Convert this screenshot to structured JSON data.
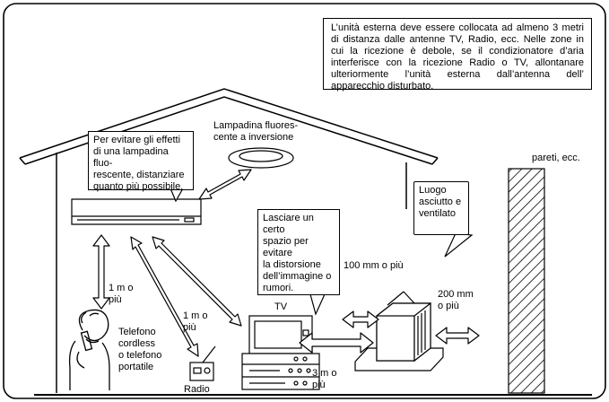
{
  "notice": "L’unità esterna deve essere collocata ad almeno 3 metri di distanza dalle antenne TV, Radio, ecc. Nelle zone in cui la ricezione è debole, se il condizionatore d’aria interferisce con la ricezione Radio o TV, allontanare ulteriormente l’unità esterna dall’antenna dell’ apparecchio disturbato.",
  "callouts": {
    "fluorescent_advice": "Per evitare gli effetti\ndi una lampadina fluo-\nrescente, distanziare\nquanto più possibile.",
    "lamp": "Lampadina fluores-\ncente a inversione",
    "space_advice": "Lasciare un certo\nspazio per evitare\nla distorsione\ndell’immagine o\nrumori.",
    "dry_place": "Luogo\nasciutto e\nventilato",
    "walls": "pareti, ecc."
  },
  "distances": {
    "one_m_left": "1 m o\npiù",
    "one_m_center": "1 m o\npiù",
    "three_m": "3 m o\npiù",
    "hundred_mm": "100 mm o più",
    "two_hundred_mm": "200 mm\no più"
  },
  "devices": {
    "phone": "Telefono\ncordless\no telefono\nportatile",
    "radio": "Radio",
    "tv": "TV"
  }
}
